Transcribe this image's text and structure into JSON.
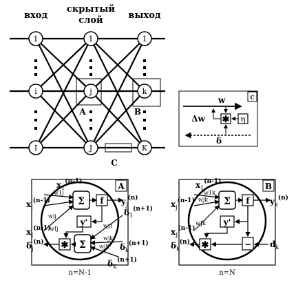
{
  "headers": {
    "input": "вход",
    "hidden_line1": "скрытый",
    "hidden_line2": "слой",
    "output": "выход"
  },
  "nodes": {
    "input": [
      "1",
      "i",
      "I"
    ],
    "hidden": [
      "1",
      "j",
      "J"
    ],
    "output": [
      "1",
      "k",
      "K"
    ]
  },
  "region_labels": {
    "a": "A",
    "b": "B",
    "c": "C"
  },
  "panel_c": {
    "w": "w",
    "dw": "Δw",
    "eta": "η",
    "delta": "δ",
    "mult": "✱"
  },
  "panel_a": {
    "tag": "A",
    "x1": "x",
    "x1_sub": "1",
    "x1_sup": "(n-1)",
    "xi": "x",
    "xi_sub": "i",
    "xi_sup": "(n-1)",
    "xI": "x",
    "xI_sub": "I",
    "xI_sup": "(n-1)",
    "delta_j": "δ",
    "delta_j_sub": "j",
    "delta_j_sup": "(n)",
    "y_j": "y",
    "y_j_sub": "j",
    "y_j_sup": "(n)",
    "delta_1": "δ",
    "delta_1_sub": "1",
    "delta_1_sup": "(n+1)",
    "delta_k": "δ",
    "delta_k_sub": "k",
    "delta_k_sup": "(n+1)",
    "delta_K": "δ",
    "delta_K_sub": "K",
    "delta_K_sup": "(n+1)",
    "w_1j": "w1j",
    "w_ij": "wij",
    "w_Ij": "wIj",
    "w_j1": "wj1",
    "w_jk": "wjk",
    "w_jK": "wjK",
    "sigma": "Σ",
    "f": "f",
    "yprime": "y'",
    "mult": "✱",
    "caption": "n=N-1"
  },
  "panel_b": {
    "tag": "B",
    "x1": "x",
    "x1_sub": "1",
    "x1_sup": "(n-1)",
    "xj": "x",
    "xj_sub": "j",
    "xj_sup": "(n-1)",
    "xJ": "x",
    "xJ_sub": "J",
    "xJ_sup": "(n-1)",
    "delta_k": "δ",
    "delta_k_sub": "k",
    "delta_k_sup": "(n)",
    "y_k": "y",
    "y_k_sub": "k",
    "y_k_sup": "(n)",
    "d_k": "d",
    "d_k_sub": "k",
    "w_1k": "w1k",
    "w_jk": "wjk",
    "w_Jk": "wJk",
    "sigma": "Σ",
    "f": "f",
    "yprime": "y'",
    "minus": "−",
    "mult": "✱",
    "caption": "n=N"
  }
}
